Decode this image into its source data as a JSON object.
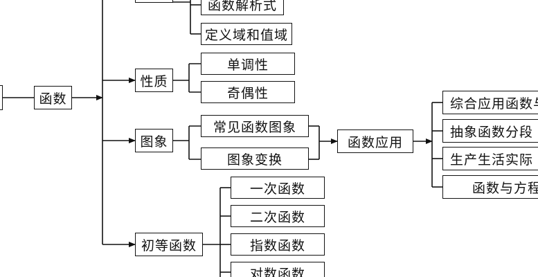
{
  "nodes": {
    "function": "函数",
    "analytic_expression": "函数解析式",
    "domain_range": "定义域和值域",
    "properties": "性质",
    "monotonicity": "单调性",
    "parity": "奇偶性",
    "graph": "图象",
    "common_graphs": "常见函数图象",
    "graph_transform": "图象变换",
    "elementary": "初等函数",
    "linear": "一次函数",
    "quadratic": "二次函数",
    "exponential": "指数函数",
    "logarithmic": "对数函数",
    "application": "函数应用",
    "app_comprehensive": "综合应用函数与",
    "app_abstract": "抽象函数分段",
    "app_real_life": "生产生活实际",
    "app_equation": "函数与方程"
  },
  "colors": {
    "line": "#111111",
    "background": "#ffffff"
  }
}
